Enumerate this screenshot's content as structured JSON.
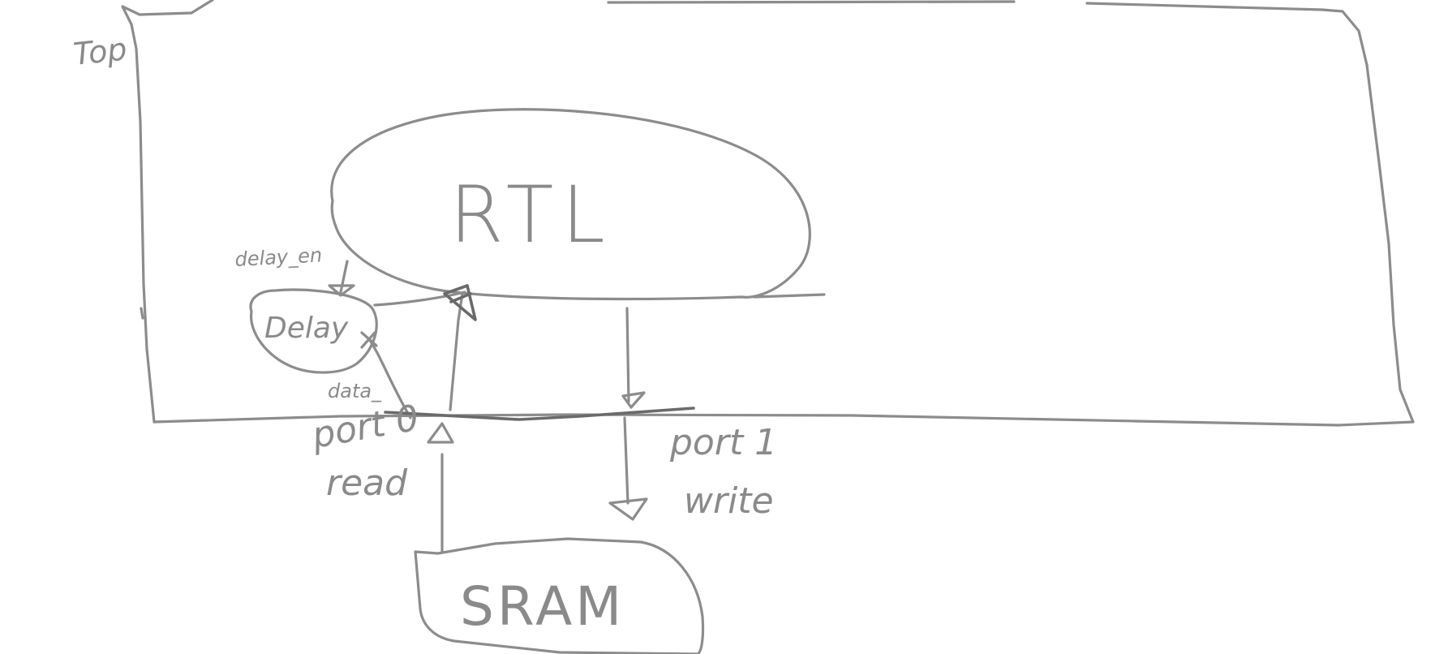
{
  "diagram": {
    "labels": {
      "top": "Top",
      "rtl": "RTL",
      "delay": "Delay",
      "delay_en": "delay_en",
      "data": "data_",
      "port0": "port 0",
      "read": "read",
      "port1": "port 1",
      "write": "write",
      "sram": "SRAM"
    },
    "ink_color": "#8c8c8c",
    "background": "#ffffff"
  }
}
